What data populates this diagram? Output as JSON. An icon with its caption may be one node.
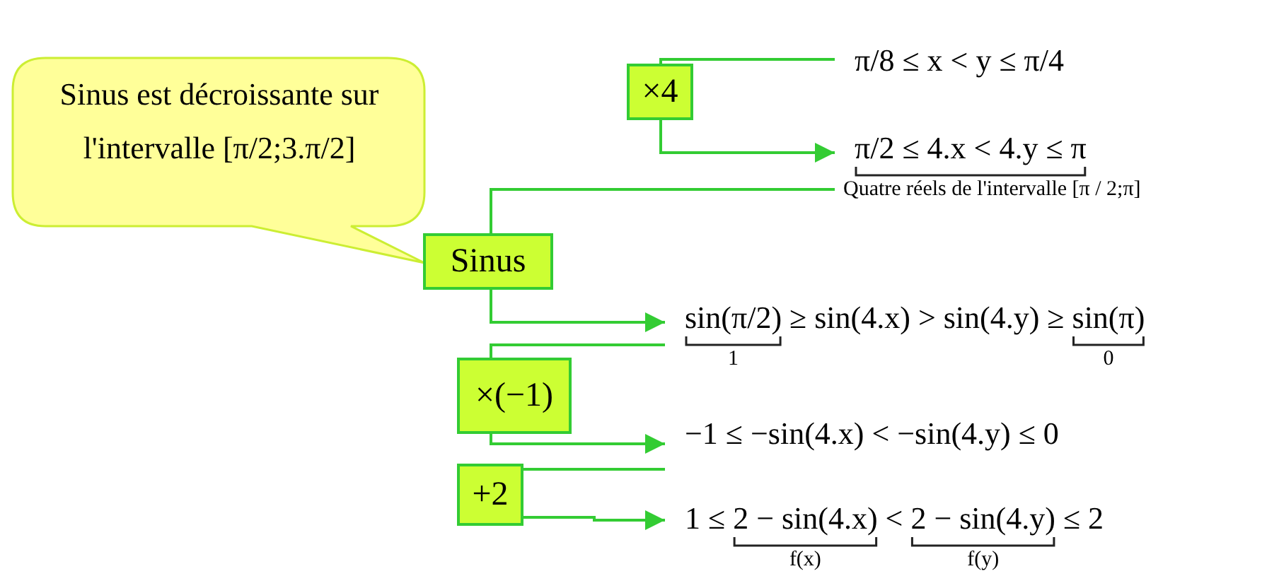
{
  "diagram": {
    "nodes": [
      {
        "text": [
          "Sinus est décroissante sur l'intervalle [π/2;3.π/2]"
        ]
      },
      {
        "text": [
          "×4"
        ]
      },
      {
        "text": [
          "Sinus"
        ]
      },
      {
        "text": [
          "×(−1)"
        ]
      },
      {
        "text": [
          "+2"
        ]
      },
      {
        "text": [
          "π/8 ≤ x < y ≤ π/4"
        ]
      },
      {
        "text": [
          "π/2 ≤ 4.x < 4.y ≤ π"
        ]
      },
      {
        "text": [
          "sin(π/2) ≥ sin(4.x) > sin(4.y) ≥ sin(π)"
        ]
      },
      {
        "text": [
          "−1 ≤ −sin(4.x) < −sin(4.y) ≤ 0"
        ]
      },
      {
        "text": [
          "1 ≤ 2 − sin(4.x) < 2 − sin(4.y) ≤ 2"
        ]
      }
    ],
    "edges": [
      {
        "from": 5,
        "to": 1,
        "arrow": "none"
      },
      {
        "from": 1,
        "to": 6,
        "arrow": "to"
      },
      {
        "from": 6,
        "to": 2,
        "arrow": "none"
      },
      {
        "from": 2,
        "to": 7,
        "arrow": "to"
      },
      {
        "from": 7,
        "to": 3,
        "arrow": "none"
      },
      {
        "from": 3,
        "to": 8,
        "arrow": "to"
      },
      {
        "from": 8,
        "to": 4,
        "arrow": "none"
      },
      {
        "from": 4,
        "to": 9,
        "arrow": "to"
      }
    ],
    "labels": [
      "Quatre réels de l'intervalle [π / 2;π]",
      "1",
      "0",
      "f(x)",
      "f(y)"
    ]
  }
}
